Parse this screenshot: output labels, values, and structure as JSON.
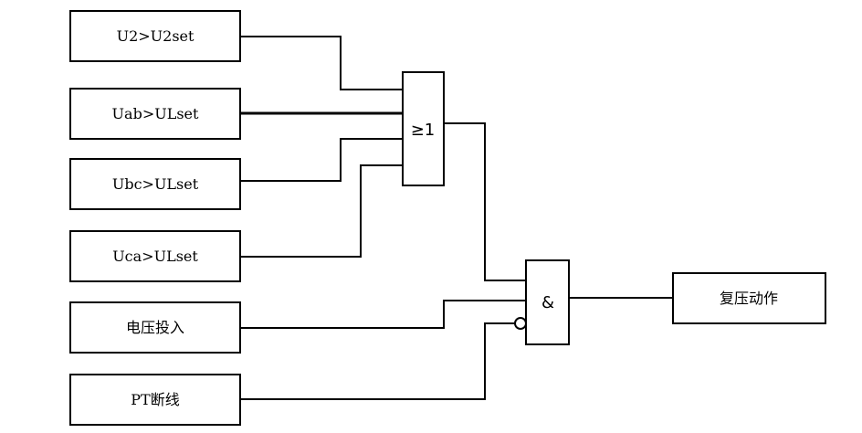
{
  "inputs": {
    "u2": "U2>U2set",
    "uab": "Uab>ULset",
    "ubc": "Ubc>ULset",
    "uca": "Uca>ULset",
    "voltage_enable": "电压投入",
    "pt_break": "PT断线"
  },
  "gates": {
    "or_label": "≥1",
    "and_label": "&"
  },
  "output": {
    "label": "复压动作"
  }
}
